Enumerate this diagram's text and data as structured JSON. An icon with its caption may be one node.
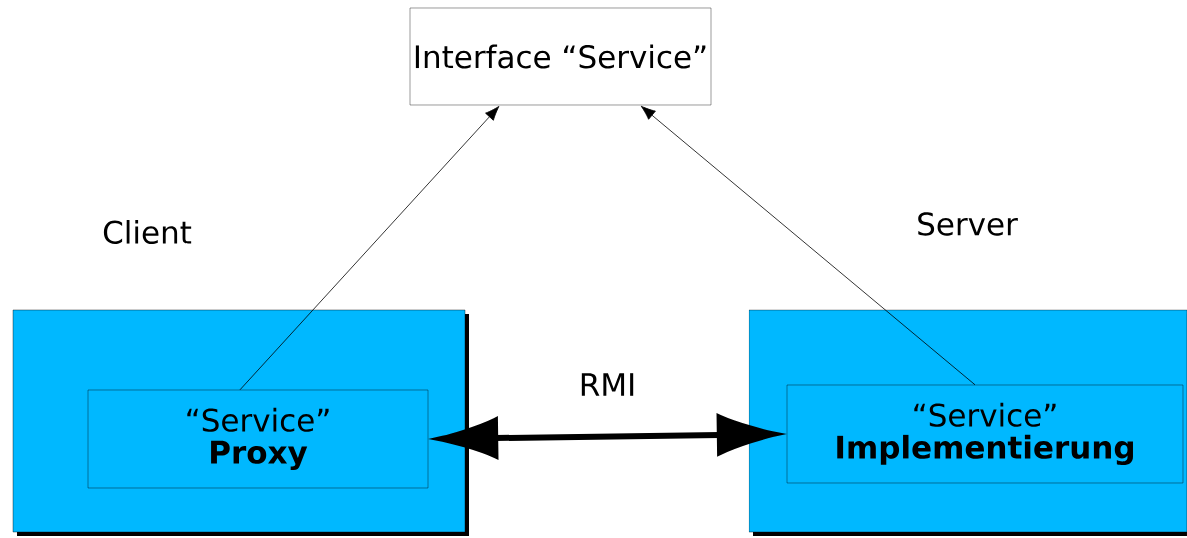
{
  "diagram": {
    "nodes": [
      {
        "text": [
          "Interface “Service”"
        ]
      },
      {
        "text": [
          "Client"
        ]
      },
      {
        "text": [
          "“Service”",
          "Proxy"
        ],
        "in": 1
      },
      {
        "text": [
          "Server"
        ]
      },
      {
        "text": [
          "“Service”",
          "Implementierung"
        ],
        "in": 3
      }
    ],
    "edges": [
      {
        "from": 2,
        "to": 0,
        "arrow": "to"
      },
      {
        "from": 4,
        "to": 0,
        "arrow": "to"
      },
      {
        "from": 2,
        "to": 4,
        "arrow": "both",
        "label": "RMI",
        "style": "thick"
      }
    ]
  }
}
